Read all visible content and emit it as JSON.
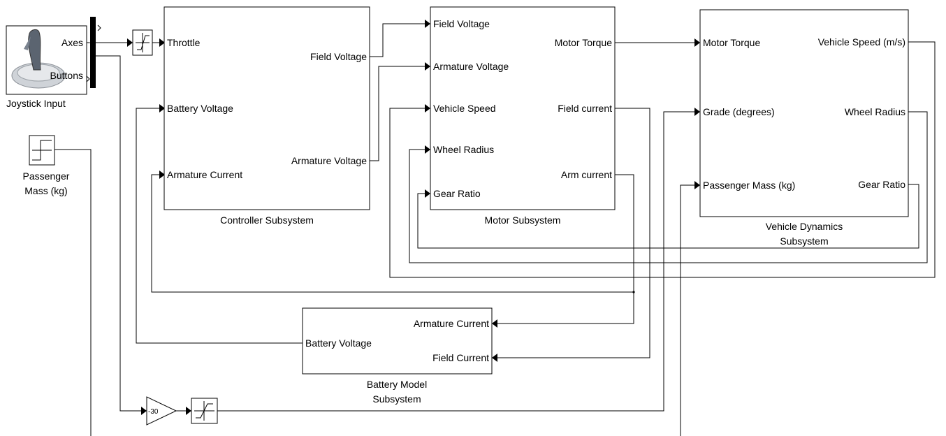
{
  "blocks": {
    "joystick": {
      "axes": "Axes",
      "buttons": "Buttons",
      "caption": "Joystick Input"
    },
    "step": {
      "caption_1": "Passenger",
      "caption_2": "Mass (kg)"
    },
    "controller": {
      "caption": "Controller Subsystem",
      "inputs": [
        "Throttle",
        "Battery Voltage",
        "Armature Current"
      ],
      "outputs": [
        "Field Voltage",
        "Armature Voltage"
      ]
    },
    "motor": {
      "caption": "Motor Subsystem",
      "inputs": [
        "Field Voltage",
        "Armature Voltage",
        "Vehicle Speed",
        "Wheel Radius",
        "Gear Ratio"
      ],
      "outputs": [
        "Motor Torque",
        "Field current",
        "Arm current"
      ]
    },
    "vehicle": {
      "caption_1": "Vehicle Dynamics",
      "caption_2": "Subsystem",
      "inputs": [
        "Motor Torque",
        "Grade (degrees)",
        "Passenger Mass (kg)"
      ],
      "outputs": [
        "Vehicle Speed (m/s)",
        "Wheel Radius",
        "Gear Ratio"
      ]
    },
    "battery": {
      "caption_1": "Battery Model",
      "caption_2": "Subsystem",
      "inputs": [
        "Armature Current",
        "Field Current"
      ],
      "outputs": [
        "Battery Voltage"
      ]
    },
    "gain": {
      "value": "-30"
    }
  }
}
